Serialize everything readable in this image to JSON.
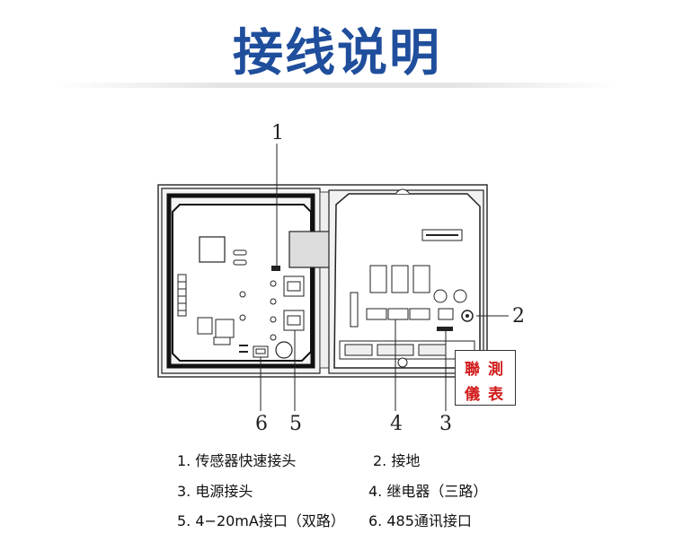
{
  "title": "接线说明",
  "callouts": {
    "c1": "1",
    "c2": "2",
    "c3": "3",
    "c4": "4",
    "c5": "5",
    "c6": "6"
  },
  "stamp": {
    "line1_a": "聯",
    "line1_b": "測",
    "line2_a": "儀",
    "line2_b": "表",
    "color": "#d11a1a"
  },
  "legend": {
    "item1": "1. 传感器快速接头",
    "item2": "2. 接地",
    "item3": "3. 电源接头",
    "item4": "4. 继电器（三路）",
    "item5": "5. 4−20mA接口（双路）",
    "item6": "6. 485通讯接口"
  },
  "colors": {
    "title": "#1f4e9c",
    "line": "#222222"
  }
}
